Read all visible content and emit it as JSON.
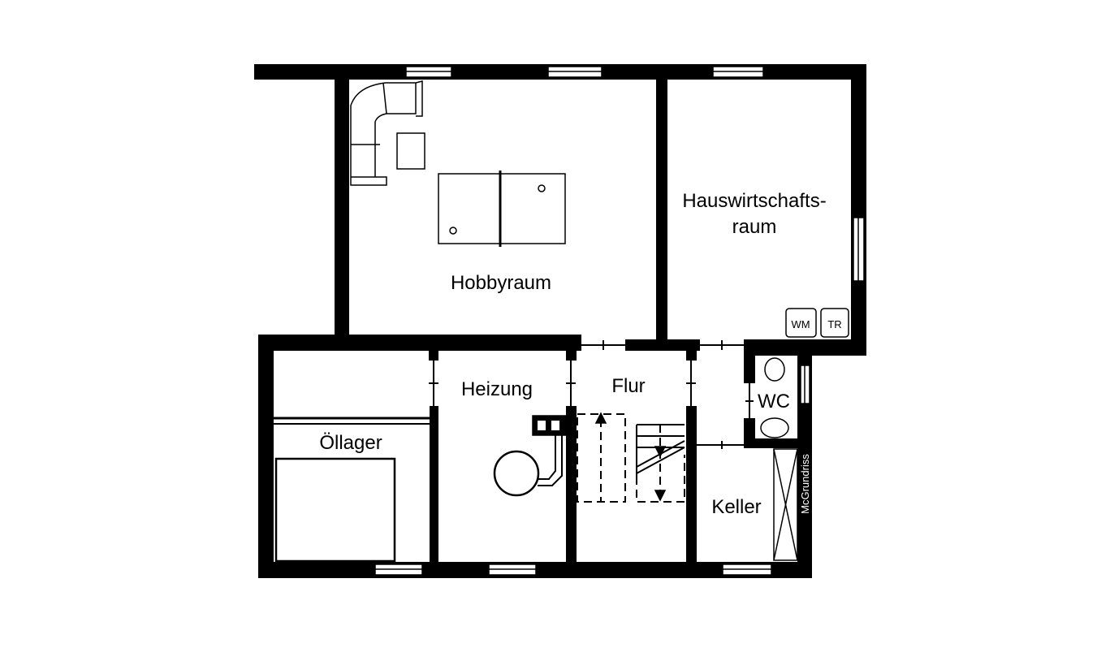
{
  "rooms": {
    "hobbyraum": "Hobbyraum",
    "hauswirtschaftsraum_line1": "Hauswirtschafts-",
    "hauswirtschaftsraum_line2": "raum",
    "heizung": "Heizung",
    "flur": "Flur",
    "wc": "WC",
    "oellager": "Öllager",
    "keller": "Keller"
  },
  "appliances": {
    "washing_machine": "WM",
    "dryer": "TR"
  },
  "watermark": "McGrundriss",
  "colors": {
    "wall": "#000000",
    "background": "#ffffff"
  }
}
